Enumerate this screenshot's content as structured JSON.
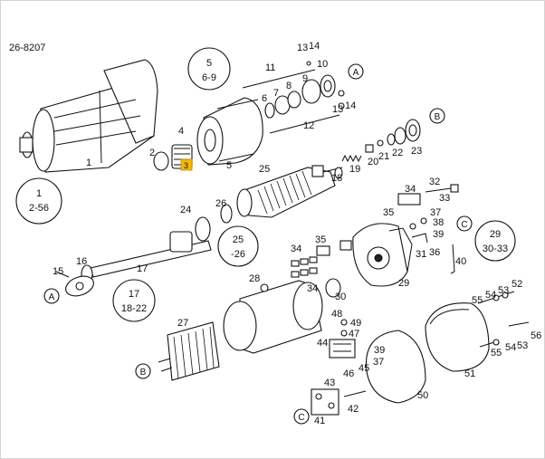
{
  "diagram_id": "26-8207",
  "highlight_color": "#f5b800",
  "highlight_label": "3",
  "groups": [
    {
      "id": "g5",
      "top": "5",
      "bottom": "6-9"
    },
    {
      "id": "g1",
      "top": "1",
      "bottom": "2-56"
    },
    {
      "id": "g25",
      "top": "25",
      "bottom": "-26"
    },
    {
      "id": "g17",
      "top": "17",
      "bottom": "18-22"
    },
    {
      "id": "g29",
      "top": "29",
      "bottom": "30-33"
    }
  ],
  "connectors": [
    "A",
    "B",
    "C"
  ],
  "labels": {
    "p1": "1",
    "p2": "2",
    "p4": "4",
    "p5": "5",
    "p6": "6",
    "p7": "7",
    "p8": "8",
    "p9": "9",
    "p10": "10",
    "p11": "11",
    "p12": "12",
    "p13a": "13",
    "p14a": "14",
    "p13b": "13",
    "p14b": "14",
    "p15": "15",
    "p16": "16",
    "p17": "17",
    "p18": "18",
    "p19": "19",
    "p20": "20",
    "p21": "21",
    "p22": "22",
    "p23": "23",
    "p24": "24",
    "p25": "25",
    "p26": "26",
    "p27": "27",
    "p28": "28",
    "p29": "29",
    "p30": "30",
    "p31": "31",
    "p32": "32",
    "p33": "33",
    "p34a": "34",
    "p34b": "34",
    "p34c": "34",
    "p35a": "35",
    "p35b": "35",
    "p36": "36",
    "p37a": "37",
    "p37b": "37",
    "p38": "38",
    "p39a": "39",
    "p39b": "39",
    "p40": "40",
    "p41": "41",
    "p42": "42",
    "p43": "43",
    "p44": "44",
    "p45": "45",
    "p46": "46",
    "p47": "47",
    "p48": "48",
    "p49": "49",
    "p50": "50",
    "p51": "51",
    "p52": "52",
    "p53a": "53",
    "p53b": "53",
    "p54a": "54",
    "p54b": "54",
    "p55a": "55",
    "p55b": "55",
    "p56": "56"
  }
}
